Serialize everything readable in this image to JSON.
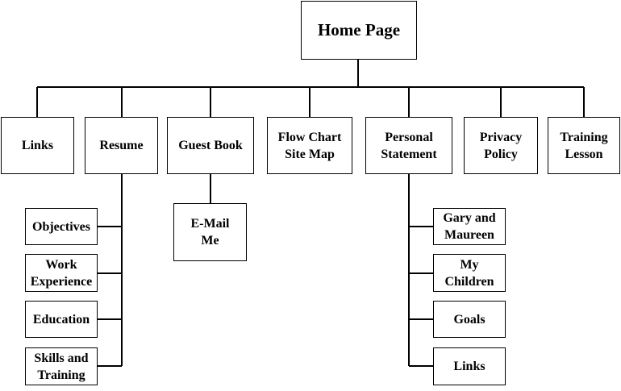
{
  "root": {
    "label": "Home Page"
  },
  "sections": [
    {
      "id": "links",
      "label": "Links"
    },
    {
      "id": "resume",
      "label": "Resume"
    },
    {
      "id": "guest-book",
      "label": "Guest Book"
    },
    {
      "id": "flow-chart",
      "label": "Flow Chart\nSite Map"
    },
    {
      "id": "personal-statement",
      "label": "Personal\nStatement"
    },
    {
      "id": "privacy-policy",
      "label": "Privacy\nPolicy"
    },
    {
      "id": "training-lesson",
      "label": "Training\nLesson"
    }
  ],
  "resume_children": [
    {
      "id": "objectives",
      "label": "Objectives"
    },
    {
      "id": "work-experience",
      "label": "Work\nExperience"
    },
    {
      "id": "education",
      "label": "Education"
    },
    {
      "id": "skills-training",
      "label": "Skills and\nTraining"
    }
  ],
  "guest_book_children": [
    {
      "id": "email-me",
      "label": "E-Mail\nMe"
    }
  ],
  "personal_children": [
    {
      "id": "gary-maureen",
      "label": "Gary and\nMaureen"
    },
    {
      "id": "my-children",
      "label": "My\nChildren"
    },
    {
      "id": "goals",
      "label": "Goals"
    },
    {
      "id": "links-sub",
      "label": "Links"
    }
  ]
}
